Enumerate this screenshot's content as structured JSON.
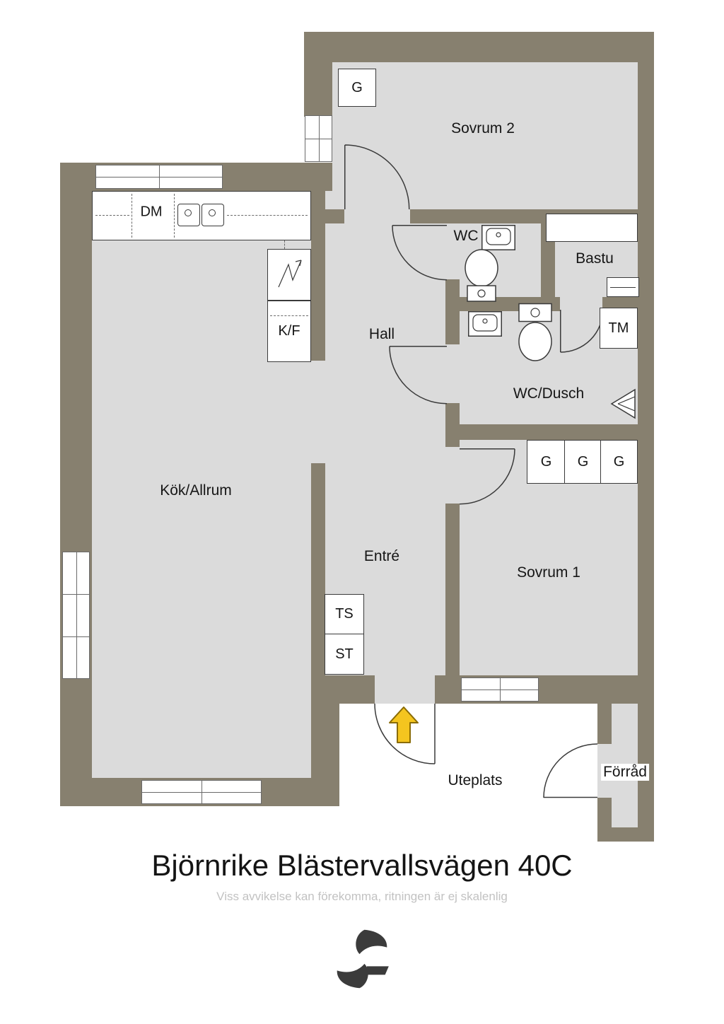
{
  "meta": {
    "title": "Björnrike Blästervallsvägen 40C",
    "subtitle": "Viss avvikelse kan förekomma, ritningen är ej skalenlig"
  },
  "colors": {
    "wall": "#87806f",
    "floor": "#dbdbdb",
    "arrow": "#f4c51f"
  },
  "rooms": {
    "sovrum2": "Sovrum 2",
    "wc": "WC",
    "bastu": "Bastu",
    "hall": "Hall",
    "wcdusch": "WC/Dusch",
    "kok": "Kök/Allrum",
    "entre": "Entré",
    "sovrum1": "Sovrum 1",
    "uteplats": "Uteplats",
    "forrad": "Förråd"
  },
  "fixtures": {
    "wardrobe_sovrum2": "G",
    "dishwasher": "DM",
    "fridge_freezer": "K/F",
    "washing_machine": "TM",
    "wardrobe_1": "G",
    "wardrobe_2": "G",
    "wardrobe_3": "G",
    "drying_cabinet": "TS",
    "cleaning_cabinet": "ST"
  }
}
